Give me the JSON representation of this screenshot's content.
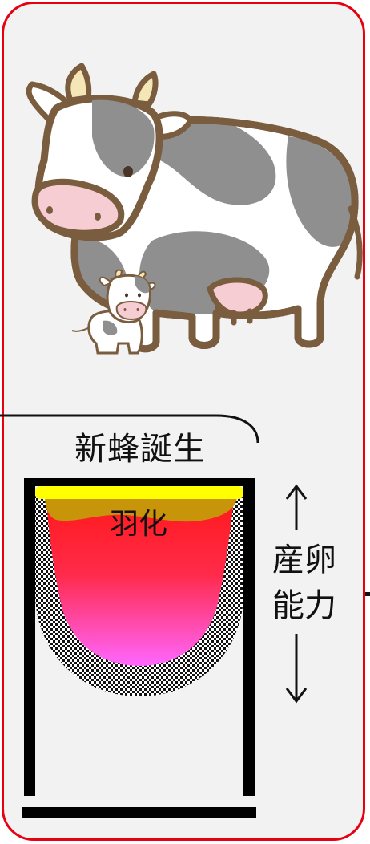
{
  "diagram": {
    "title": "新蜂誕生",
    "emergence_label": "羽化",
    "capacity_label_line1": "産卵",
    "capacity_label_line2": "能力"
  },
  "colors": {
    "frame_border": "#e60012",
    "panel_bg": "#f2f2f2",
    "cow_outline": "#7a5c3e",
    "cow_spots": "#8f8f8f",
    "cow_nose": "#f6cdd3",
    "cell_wall": "#000000",
    "wax_cap": "#ffff00",
    "pupa_cap": "#c8940a",
    "larva_top": "#ff1a1a",
    "larva_bottom": "#ff66ff"
  },
  "icons": [
    "cow-illustration",
    "calf-illustration",
    "up-arrow-icon",
    "down-arrow-icon"
  ]
}
